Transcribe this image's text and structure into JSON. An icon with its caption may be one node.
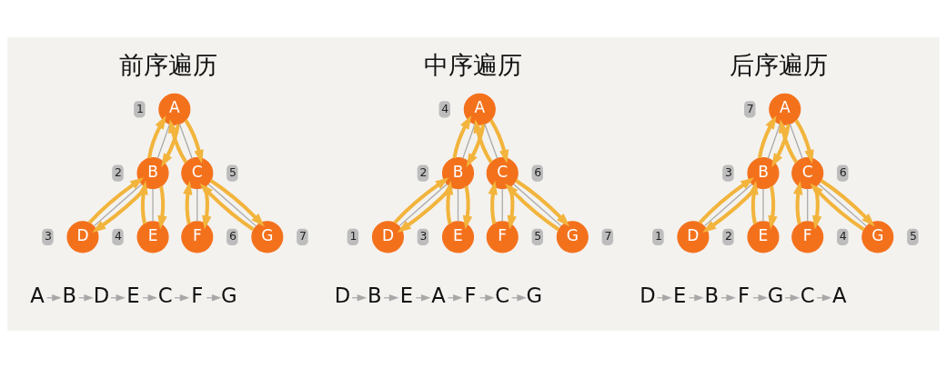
{
  "diagram": {
    "nodes": [
      {
        "text": [
          "A"
        ],
        "beside": [
          "1"
        ]
      },
      {
        "text": [
          "B"
        ],
        "beside": [
          "2"
        ]
      },
      {
        "text": [
          "C"
        ],
        "beside": [
          "5"
        ]
      },
      {
        "text": [
          "D"
        ],
        "beside": [
          "3"
        ]
      },
      {
        "text": [
          "E"
        ],
        "beside": [
          "4"
        ]
      },
      {
        "text": [
          "F"
        ],
        "beside": [
          "6"
        ]
      },
      {
        "text": [
          "G"
        ],
        "beside": [
          "7"
        ]
      },
      {
        "text": [
          "A"
        ],
        "beside": [
          "4"
        ]
      },
      {
        "text": [
          "B"
        ],
        "beside": [
          "2"
        ]
      },
      {
        "text": [
          "C"
        ],
        "beside": [
          "6"
        ]
      },
      {
        "text": [
          "D"
        ],
        "beside": [
          "1"
        ]
      },
      {
        "text": [
          "E"
        ],
        "beside": [
          "3"
        ]
      },
      {
        "text": [
          "F"
        ],
        "beside": [
          "5"
        ]
      },
      {
        "text": [
          "G"
        ],
        "beside": [
          "7"
        ]
      },
      {
        "text": [
          "A"
        ],
        "beside": [
          "7"
        ]
      },
      {
        "text": [
          "B"
        ],
        "beside": [
          "3"
        ]
      },
      {
        "text": [
          "C"
        ],
        "beside": [
          "6"
        ]
      },
      {
        "text": [
          "D"
        ],
        "beside": [
          "1"
        ]
      },
      {
        "text": [
          "E"
        ],
        "beside": [
          "2"
        ]
      },
      {
        "text": [
          "F"
        ],
        "beside": [
          "4"
        ]
      },
      {
        "text": [
          "G"
        ],
        "beside": [
          "5"
        ]
      },
      {
        "text": [
          "A"
        ]
      },
      {
        "text": [
          "B"
        ]
      },
      {
        "text": [
          "D"
        ]
      },
      {
        "text": [
          "E"
        ]
      },
      {
        "text": [
          "C"
        ]
      },
      {
        "text": [
          "F"
        ]
      },
      {
        "text": [
          "G"
        ]
      },
      {
        "text": [
          "D"
        ]
      },
      {
        "text": [
          "B"
        ]
      },
      {
        "text": [
          "E"
        ]
      },
      {
        "text": [
          "A"
        ]
      },
      {
        "text": [
          "F"
        ]
      },
      {
        "text": [
          "C"
        ]
      },
      {
        "text": [
          "G"
        ]
      },
      {
        "text": [
          "D"
        ]
      },
      {
        "text": [
          "E"
        ]
      },
      {
        "text": [
          "B"
        ]
      },
      {
        "text": [
          "F"
        ]
      },
      {
        "text": [
          "G"
        ]
      },
      {
        "text": [
          "C"
        ]
      },
      {
        "text": [
          "A"
        ]
      }
    ],
    "edges": [
      {
        "from": 0,
        "to": 1,
        "arrow": "none"
      },
      {
        "from": 0,
        "to": 1,
        "arrow": "to",
        "style": "thick",
        "color": "#f2b43c"
      },
      {
        "from": 1,
        "to": 0,
        "arrow": "to",
        "style": "thick",
        "color": "#f2b43c"
      },
      {
        "from": 0,
        "to": 2,
        "arrow": "none"
      },
      {
        "from": 0,
        "to": 2,
        "arrow": "to",
        "style": "thick",
        "color": "#f2b43c"
      },
      {
        "from": 2,
        "to": 0,
        "arrow": "to",
        "style": "thick",
        "color": "#f2b43c"
      },
      {
        "from": 1,
        "to": 3,
        "arrow": "none"
      },
      {
        "from": 1,
        "to": 3,
        "arrow": "to",
        "style": "thick",
        "color": "#f2b43c"
      },
      {
        "from": 3,
        "to": 1,
        "arrow": "to",
        "style": "thick",
        "color": "#f2b43c"
      },
      {
        "from": 1,
        "to": 4,
        "arrow": "none"
      },
      {
        "from": 1,
        "to": 4,
        "arrow": "to",
        "style": "thick",
        "color": "#f2b43c"
      },
      {
        "from": 4,
        "to": 1,
        "arrow": "to",
        "style": "thick",
        "color": "#f2b43c"
      },
      {
        "from": 2,
        "to": 5,
        "arrow": "none"
      },
      {
        "from": 2,
        "to": 5,
        "arrow": "to",
        "style": "thick",
        "color": "#f2b43c"
      },
      {
        "from": 5,
        "to": 2,
        "arrow": "to",
        "style": "thick",
        "color": "#f2b43c"
      },
      {
        "from": 2,
        "to": 6,
        "arrow": "none"
      },
      {
        "from": 2,
        "to": 6,
        "arrow": "to",
        "style": "thick",
        "color": "#f2b43c"
      },
      {
        "from": 6,
        "to": 2,
        "arrow": "to",
        "style": "thick",
        "color": "#f2b43c"
      },
      {
        "from": 7,
        "to": 8,
        "arrow": "none"
      },
      {
        "from": 7,
        "to": 8,
        "arrow": "to",
        "style": "thick",
        "color": "#f2b43c"
      },
      {
        "from": 8,
        "to": 7,
        "arrow": "to",
        "style": "thick",
        "color": "#f2b43c"
      },
      {
        "from": 7,
        "to": 9,
        "arrow": "none"
      },
      {
        "from": 7,
        "to": 9,
        "arrow": "to",
        "style": "thick",
        "color": "#f2b43c"
      },
      {
        "from": 9,
        "to": 7,
        "arrow": "to",
        "style": "thick",
        "color": "#f2b43c"
      },
      {
        "from": 8,
        "to": 10,
        "arrow": "none"
      },
      {
        "from": 8,
        "to": 10,
        "arrow": "to",
        "style": "thick",
        "color": "#f2b43c"
      },
      {
        "from": 10,
        "to": 8,
        "arrow": "to",
        "style": "thick",
        "color": "#f2b43c"
      },
      {
        "from": 8,
        "to": 11,
        "arrow": "none"
      },
      {
        "from": 8,
        "to": 11,
        "arrow": "to",
        "style": "thick",
        "color": "#f2b43c"
      },
      {
        "from": 11,
        "to": 8,
        "arrow": "to",
        "style": "thick",
        "color": "#f2b43c"
      },
      {
        "from": 9,
        "to": 12,
        "arrow": "none"
      },
      {
        "from": 9,
        "to": 12,
        "arrow": "to",
        "style": "thick",
        "color": "#f2b43c"
      },
      {
        "from": 12,
        "to": 9,
        "arrow": "to",
        "style": "thick",
        "color": "#f2b43c"
      },
      {
        "from": 9,
        "to": 13,
        "arrow": "none"
      },
      {
        "from": 9,
        "to": 13,
        "arrow": "to",
        "style": "thick",
        "color": "#f2b43c"
      },
      {
        "from": 13,
        "to": 9,
        "arrow": "to",
        "style": "thick",
        "color": "#f2b43c"
      },
      {
        "from": 14,
        "to": 15,
        "arrow": "none"
      },
      {
        "from": 14,
        "to": 15,
        "arrow": "to",
        "style": "thick",
        "color": "#f2b43c"
      },
      {
        "from": 15,
        "to": 14,
        "arrow": "to",
        "style": "thick",
        "color": "#f2b43c"
      },
      {
        "from": 14,
        "to": 16,
        "arrow": "none"
      },
      {
        "from": 14,
        "to": 16,
        "arrow": "to",
        "style": "thick",
        "color": "#f2b43c"
      },
      {
        "from": 16,
        "to": 14,
        "arrow": "to",
        "style": "thick",
        "color": "#f2b43c"
      },
      {
        "from": 15,
        "to": 17,
        "arrow": "none"
      },
      {
        "from": 15,
        "to": 17,
        "arrow": "to",
        "style": "thick",
        "color": "#f2b43c"
      },
      {
        "from": 17,
        "to": 15,
        "arrow": "to",
        "style": "thick",
        "color": "#f2b43c"
      },
      {
        "from": 15,
        "to": 18,
        "arrow": "none"
      },
      {
        "from": 15,
        "to": 18,
        "arrow": "to",
        "style": "thick",
        "color": "#f2b43c"
      },
      {
        "from": 18,
        "to": 15,
        "arrow": "to",
        "style": "thick",
        "color": "#f2b43c"
      },
      {
        "from": 16,
        "to": 19,
        "arrow": "none"
      },
      {
        "from": 16,
        "to": 19,
        "arrow": "to",
        "style": "thick",
        "color": "#f2b43c"
      },
      {
        "from": 19,
        "to": 16,
        "arrow": "to",
        "style": "thick",
        "color": "#f2b43c"
      },
      {
        "from": 16,
        "to": 20,
        "arrow": "none"
      },
      {
        "from": 16,
        "to": 20,
        "arrow": "to",
        "style": "thick",
        "color": "#f2b43c"
      },
      {
        "from": 20,
        "to": 16,
        "arrow": "to",
        "style": "thick",
        "color": "#f2b43c"
      },
      {
        "from": 21,
        "to": 22,
        "arrow": "to"
      },
      {
        "from": 22,
        "to": 23,
        "arrow": "to"
      },
      {
        "from": 23,
        "to": 24,
        "arrow": "to"
      },
      {
        "from": 24,
        "to": 25,
        "arrow": "to"
      },
      {
        "from": 25,
        "to": 26,
        "arrow": "to"
      },
      {
        "from": 26,
        "to": 27,
        "arrow": "to"
      },
      {
        "from": 28,
        "to": 29,
        "arrow": "to"
      },
      {
        "from": 29,
        "to": 30,
        "arrow": "to"
      },
      {
        "from": 30,
        "to": 31,
        "arrow": "to"
      },
      {
        "from": 31,
        "to": 32,
        "arrow": "to"
      },
      {
        "from": 32,
        "to": 33,
        "arrow": "to"
      },
      {
        "from": 33,
        "to": 34,
        "arrow": "to"
      },
      {
        "from": 35,
        "to": 36,
        "arrow": "to"
      },
      {
        "from": 36,
        "to": 37,
        "arrow": "to"
      },
      {
        "from": 37,
        "to": 38,
        "arrow": "to"
      },
      {
        "from": 38,
        "to": 39,
        "arrow": "to"
      },
      {
        "from": 39,
        "to": 40,
        "arrow": "to"
      },
      {
        "from": 40,
        "to": 41,
        "arrow": "to"
      }
    ],
    "labels": [
      "前序遍历",
      "中序遍历",
      "后序遍历"
    ]
  }
}
